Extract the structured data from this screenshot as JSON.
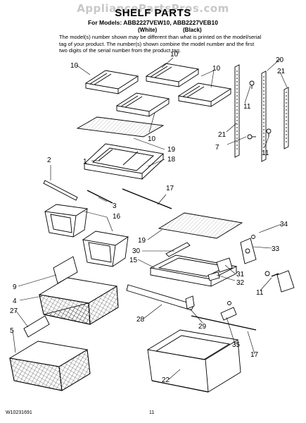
{
  "watermark": "AppliancePartsPros.com",
  "header": {
    "title": "SHELF PARTS",
    "models_line": "For Models: ABB2227VEW10, ABB2227VEB10",
    "color_white": "(White)",
    "color_black": "(Black)",
    "notice": "The model(s) number shown may be different than what is printed on the model/serial tag of your product. The number(s) shown combine the model number and the first two digits of the serial number from the product tag."
  },
  "callouts": [
    "10",
    "10",
    "10",
    "10",
    "20",
    "21",
    "11",
    "21",
    "7",
    "11",
    "19",
    "18",
    "1",
    "2",
    "17",
    "3",
    "16",
    "19",
    "30",
    "34",
    "33",
    "15",
    "31",
    "32",
    "9",
    "11",
    "4",
    "27",
    "5",
    "28",
    "29",
    "35",
    "17",
    "22"
  ],
  "footer": {
    "doc_number": "W10231691",
    "page_number": "11"
  }
}
